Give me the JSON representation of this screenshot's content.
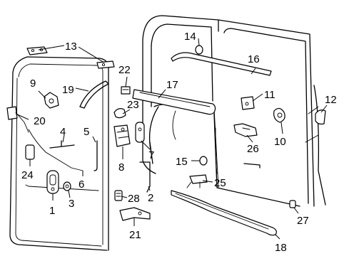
{
  "callouts": [
    "1",
    "2",
    "3",
    "4",
    "5",
    "6",
    "7",
    "8",
    "9",
    "10",
    "11",
    "12",
    "13",
    "14",
    "15",
    "16",
    "17",
    "18",
    "19",
    "20",
    "21",
    "22",
    "23",
    "24",
    "25",
    "26",
    "27",
    "28"
  ]
}
